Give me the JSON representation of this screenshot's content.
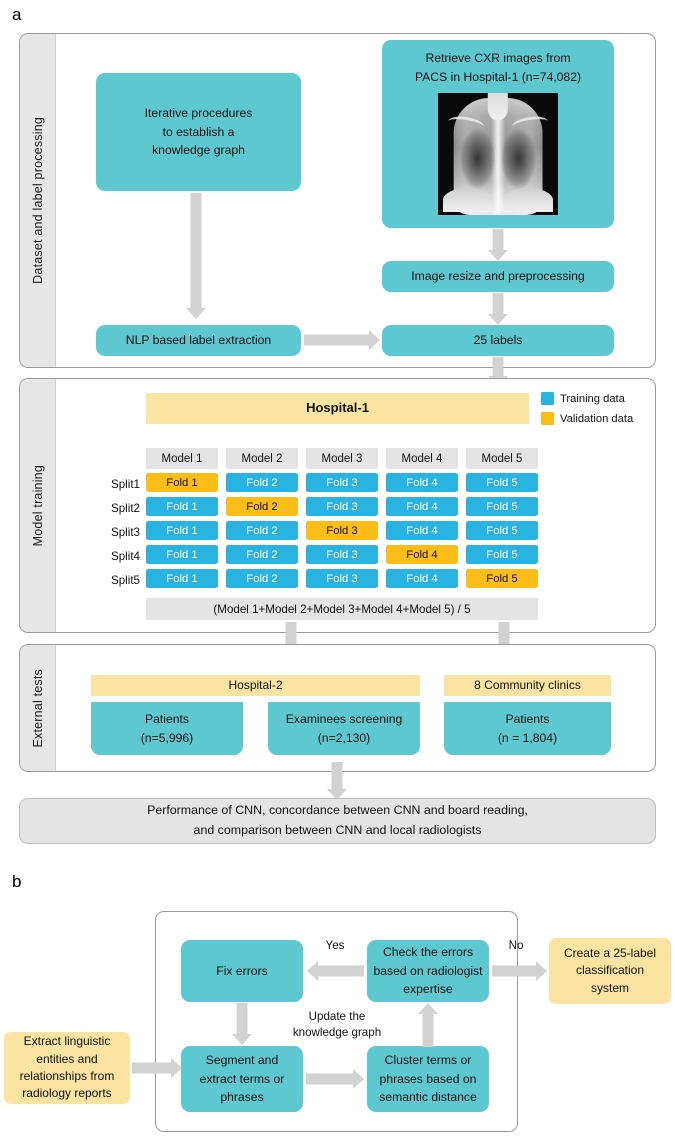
{
  "panels": {
    "a": {
      "letter": "a"
    },
    "b": {
      "letter": "b"
    }
  },
  "stage_a": {
    "rail_label": "Dataset and label processing",
    "knowledge_box": "Iterative procedures\nto establish a\nknowledge graph",
    "knowledge_box_lines": [
      "Iterative procedures",
      "to establish a",
      "knowledge graph"
    ],
    "retrieve_box_lines": [
      "Retrieve CXR images from",
      "PACS in Hospital-1 (n=74,082)"
    ],
    "cxr_image_alt": "chest-xray-thumbnail",
    "preprocess_box": "Image resize and preprocessing",
    "nlp_box": "NLP based label extraction",
    "labels_box": "25 labels"
  },
  "stage_b": {
    "rail_label": "Model training",
    "hospital_bar": "Hospital-1",
    "legend": [
      {
        "label": "Training data",
        "color": "#29b3e0"
      },
      {
        "label": "Validation data",
        "color": "#fcbd18"
      }
    ],
    "model_headers": [
      "Model 1",
      "Model 2",
      "Model 3",
      "Model 4",
      "Model 5"
    ],
    "split_labels": [
      "Split1",
      "Split2",
      "Split3",
      "Split4",
      "Split5"
    ],
    "fold_labels": [
      "Fold 1",
      "Fold 2",
      "Fold 3",
      "Fold 4",
      "Fold 5"
    ],
    "grid": [
      [
        "valid",
        "train",
        "train",
        "train",
        "train"
      ],
      [
        "train",
        "valid",
        "train",
        "train",
        "train"
      ],
      [
        "train",
        "train",
        "valid",
        "train",
        "train"
      ],
      [
        "train",
        "train",
        "train",
        "valid",
        "train"
      ],
      [
        "train",
        "train",
        "train",
        "train",
        "valid"
      ]
    ],
    "ensemble_bar": "(Model 1+Model 2+Model 3+Model 4+Model 5) / 5"
  },
  "stage_c": {
    "rail_label": "External tests",
    "hospital2_bar": "Hospital-2",
    "clinics_bar": "8 Community clinics",
    "cohorts": [
      {
        "title": "Patients",
        "count": "(n=5,996)"
      },
      {
        "title": "Examinees screening",
        "count": "(n=2,130)"
      },
      {
        "title": "Patients",
        "count": "(n = 1,804)"
      }
    ]
  },
  "summary": {
    "lines": [
      "Performance of CNN, concordance between CNN and board reading,",
      "and comparison between CNN and local radiologists"
    ]
  },
  "panel_b_flow": {
    "extract_box_lines": [
      "Extract linguistic",
      "entities and",
      "relationships from",
      "radiology reports"
    ],
    "fix_errors_box": "Fix errors",
    "check_box_lines": [
      "Check the errors",
      "based on radiologist",
      "expertise"
    ],
    "segment_box_lines": [
      "Segment and",
      "extract terms or",
      "phrases"
    ],
    "cluster_box_lines": [
      "Cluster terms or",
      "phrases based on",
      "semantic distance"
    ],
    "create_box_lines": [
      "Create a 25-label",
      "classification",
      "system"
    ],
    "yes_label": "Yes",
    "no_label": "No",
    "update_label_lines": [
      "Update the",
      "knowledge graph"
    ]
  },
  "colors": {
    "teal": "#5ec8d0",
    "yellow_pale": "#fbe3a1",
    "legend_blue": "#29b3e0",
    "legend_yellow": "#fcbd18",
    "grey_box": "#e4e4e4",
    "arrow_grey": "#d2d2d2",
    "border_grey": "#9a9a9a"
  }
}
